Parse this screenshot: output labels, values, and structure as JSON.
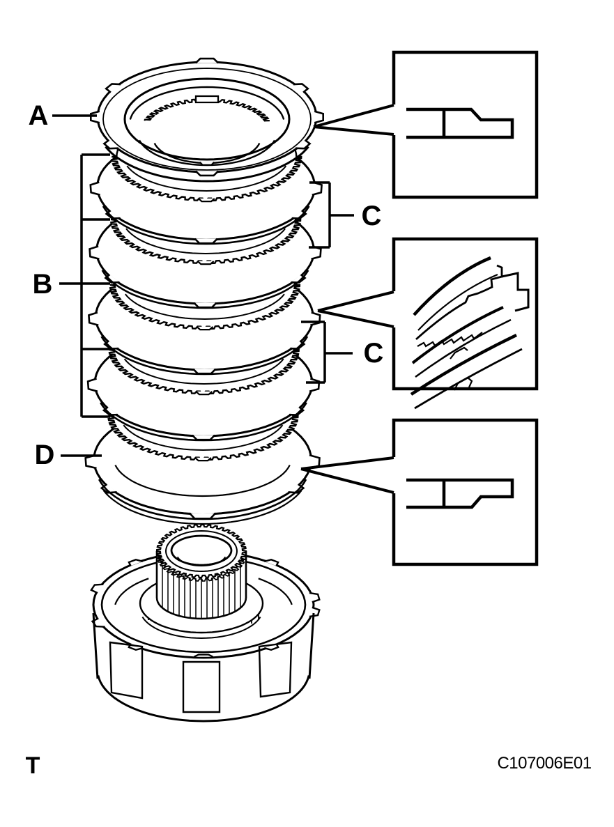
{
  "labels": {
    "a": "A",
    "b": "B",
    "c_upper": "C",
    "c_lower": "C",
    "d": "D"
  },
  "footer": {
    "corner_mark": "T",
    "part_code": "C107006E01"
  },
  "colors": {
    "ink": "#000000",
    "background": "#ffffff"
  }
}
